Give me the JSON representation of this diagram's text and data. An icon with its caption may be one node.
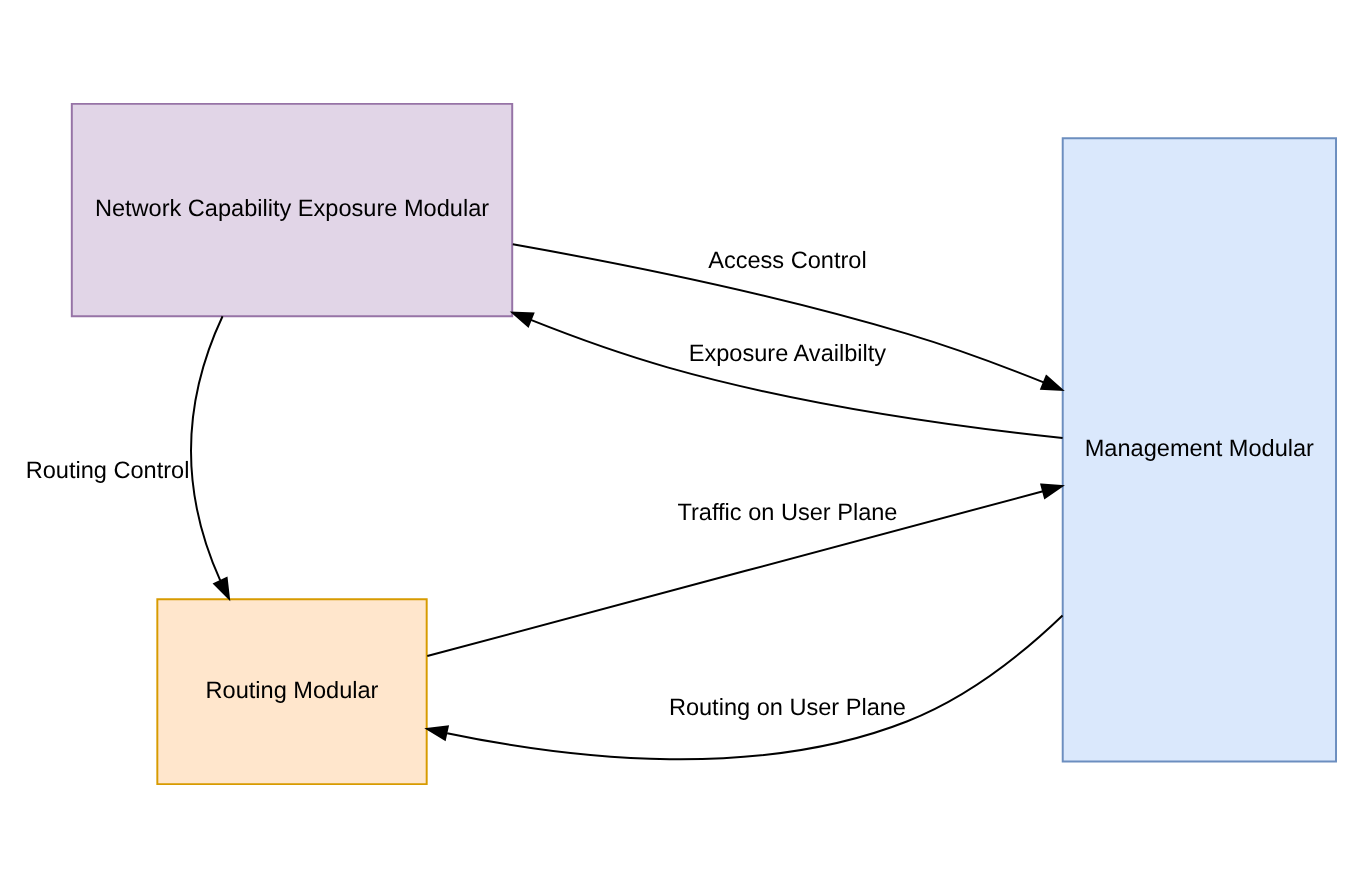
{
  "diagram": {
    "nodes": [
      {
        "text": [
          "Routing Modular"
        ]
      },
      {
        "text": [
          "Management Modular"
        ]
      },
      {
        "text": [
          "Network Capability Exposure Modular"
        ]
      }
    ],
    "edges": [
      {
        "from": 1,
        "to": 0,
        "arrow": "to",
        "label": "Routing on User Plane"
      },
      {
        "from": 0,
        "to": 1,
        "arrow": "to",
        "label": "Traffic on User Plane"
      },
      {
        "from": 2,
        "to": 0,
        "arrow": "to",
        "label": "Routing Control"
      },
      {
        "from": 2,
        "to": 1,
        "arrow": "to",
        "label": "Access Control"
      },
      {
        "from": 1,
        "to": 2,
        "arrow": "to",
        "label": "Exposure Availbilty"
      }
    ]
  }
}
